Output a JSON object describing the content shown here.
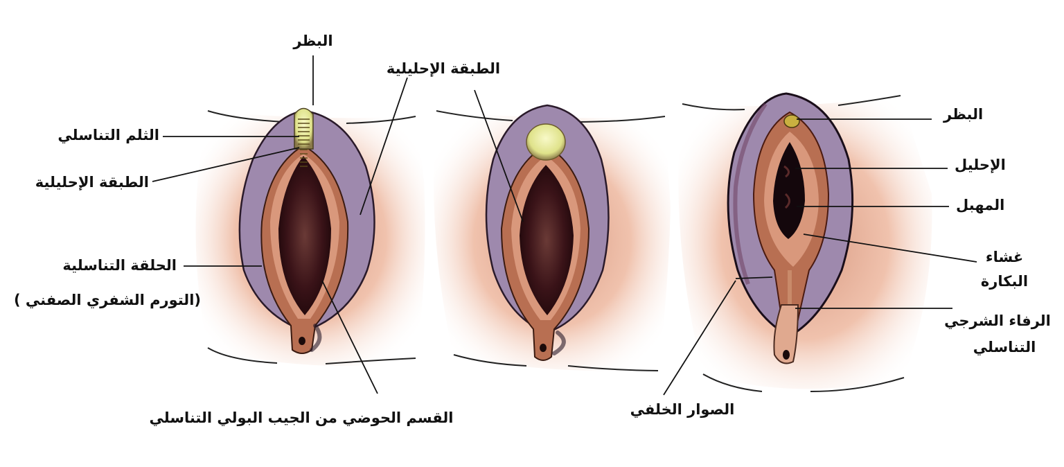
{
  "colors": {
    "skin": "#f1c5b0",
    "skin_shade": "#d99c84",
    "labia_majora": "#9e89ad",
    "labia_outline": "#2a1a2a",
    "labia_minora": "#b86f52",
    "vestibule": "#2a0b10",
    "tubercle": "#e9ec9a",
    "leader_line": "#111111"
  },
  "stages": [
    {
      "labels": {
        "clitoris": "البظر",
        "genital_groove": "الثلم التناسلي",
        "urethral_plate": "الطبقة الإحليلية",
        "genital_swelling_line1": "الحلقة التناسلية",
        "genital_swelling_line2": "(التورم الشفري الصفني )",
        "pelvic_part": "القسم الحوضي من الجيب البولي التناسلي"
      }
    },
    {
      "labels": {
        "urethral_plate": "الطبقة الإحليلية"
      }
    },
    {
      "labels": {
        "clitoris": "البظر",
        "urethra": "الإحليل",
        "vagina": "المهبل",
        "hymen_line1": "غشاء",
        "hymen_line2": "البكارة",
        "perineal_raphe_line1": "الرفاء الشرجي",
        "perineal_raphe_line2": "التناسلي",
        "posterior_commissure": "الصوار الخلفي"
      }
    }
  ]
}
